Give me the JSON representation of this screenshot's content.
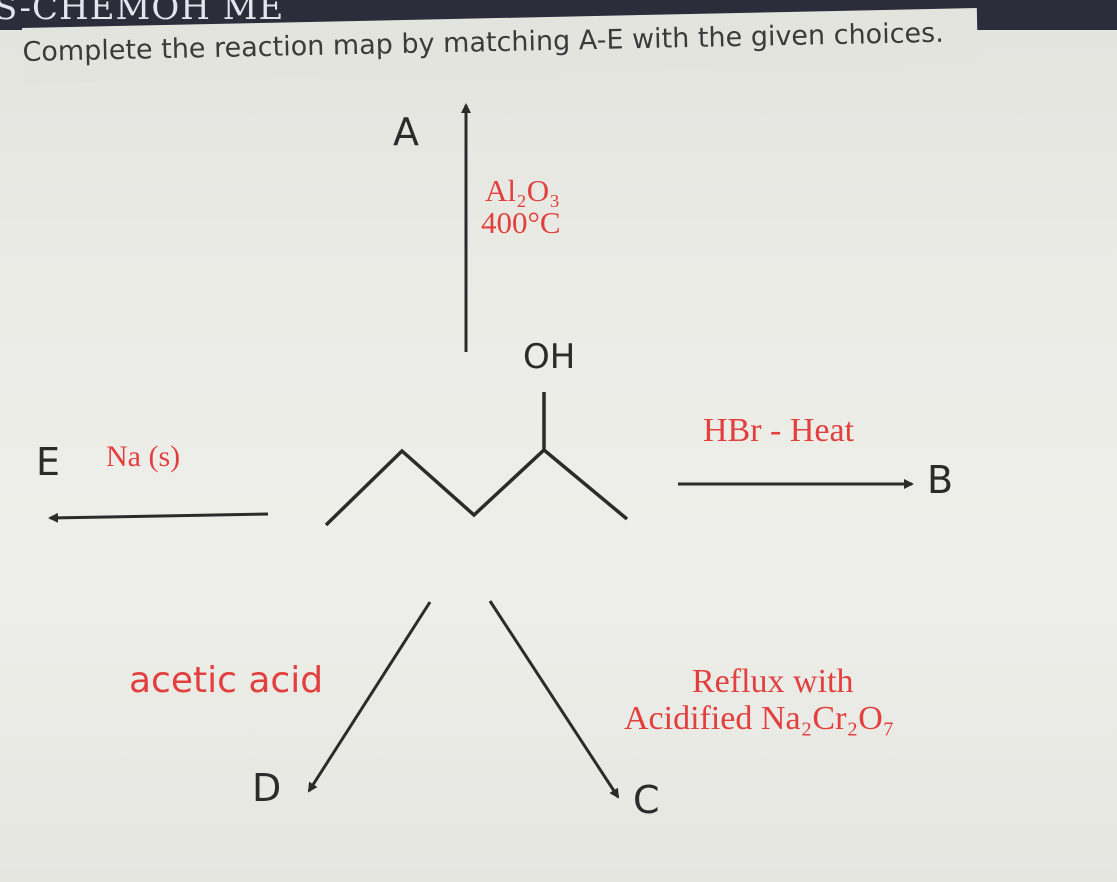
{
  "header": {
    "title": "S-CHEMOH ME"
  },
  "instruction": "Complete the reaction map by matching A-E with the given choices.",
  "molecule": {
    "hydroxyl_label": "OH"
  },
  "products": {
    "A": "A",
    "B": "B",
    "C": "C",
    "D": "D",
    "E": "E"
  },
  "reagents": {
    "to_A": {
      "line1": "Al₂O₃",
      "line2": "400°C"
    },
    "to_B": "HBr - Heat",
    "to_C": {
      "line1": "Reflux with",
      "line2": "Acidified Na₂Cr₂O₇"
    },
    "to_D": "acetic acid",
    "to_E": "Na (s)"
  },
  "colors": {
    "reagent_text": "#e2403e",
    "structure_lines": "#2b2b2b",
    "header_bar": "#2c2c3a"
  }
}
